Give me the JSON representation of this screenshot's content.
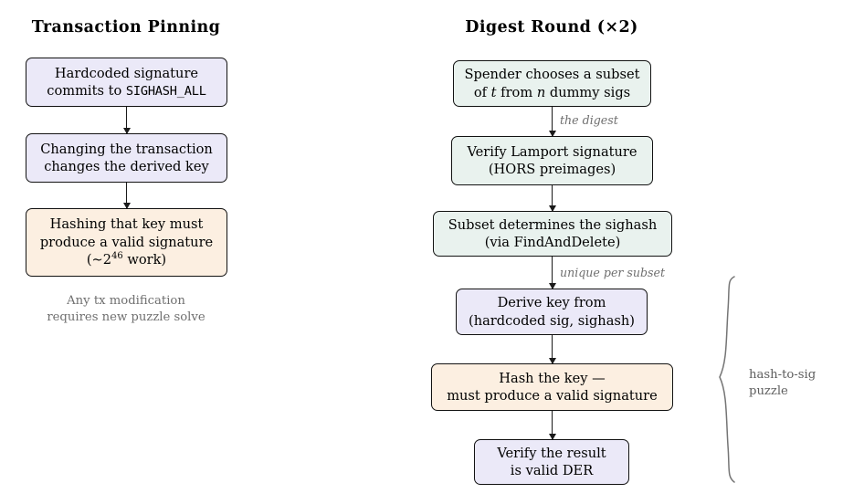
{
  "figure": {
    "title_left": "Transaction Pinning",
    "title_right": "Digest Round (×2)",
    "background": "#ffffff",
    "colors": {
      "lavender": "#ebe9f8",
      "peach": "#fcefe1",
      "mint": "#e9f2ee",
      "stroke": "#121212",
      "annotation_gray": "#6f6f6f"
    }
  },
  "left_column": {
    "heading": "Transaction Pinning",
    "nodes": [
      {
        "name": "hardcoded-signature",
        "fill": "lavender",
        "lines": [
          "Hardcoded signature",
          "commits to SIGHASH_ALL"
        ],
        "line1": "Hardcoded signature",
        "line2_pre": "commits to ",
        "line2_code": "SIGHASH_ALL"
      },
      {
        "name": "changing-transaction",
        "fill": "lavender",
        "lines": [
          "Changing the transaction",
          "changes the derived key"
        ],
        "line1": "Changing the transaction",
        "line2": "changes the derived key"
      },
      {
        "name": "hashing-key-valid-signature",
        "fill": "peach",
        "lines": [
          "Hashing that key must",
          "produce a valid signature",
          "(∼2⁴⁶ work)"
        ],
        "line1": "Hashing that key must",
        "line2": "produce a valid signature",
        "line3_pre": "(∼2",
        "line3_sup": "46",
        "line3_post": " work)"
      }
    ],
    "caption": {
      "line1": "Any tx modification",
      "line2": "requires new puzzle solve"
    }
  },
  "right_column": {
    "heading_pre": "Digest Round",
    "heading_paren": "(×2)",
    "nodes": [
      {
        "name": "spender-chooses-subset",
        "fill": "mint",
        "lines": [
          "Spender chooses a subset",
          "of t from n dummy sigs"
        ],
        "line1": "Spender chooses a subset",
        "line2_a": "of ",
        "line2_var1": "t",
        "line2_b": " from ",
        "line2_var2": "n",
        "line2_c": " dummy sigs"
      },
      {
        "name": "verify-lamport-signature",
        "fill": "mint",
        "lines": [
          "Verify Lamport signature",
          "(HORS preimages)"
        ],
        "line1": "Verify Lamport signature",
        "line2": "(HORS preimages)"
      },
      {
        "name": "subset-determines-sighash",
        "fill": "mint",
        "lines": [
          "Subset determines the sighash",
          "(via FindAndDelete)"
        ],
        "line1": "Subset determines the sighash",
        "line2": "(via FindAndDelete)"
      },
      {
        "name": "derive-key-from",
        "fill": "lavender",
        "lines": [
          "Derive key from",
          "(hardcoded sig, sighash)"
        ],
        "line1": "Derive key from",
        "line2": "(hardcoded sig, sighash)"
      },
      {
        "name": "hash-the-key",
        "fill": "peach",
        "lines": [
          "Hash the key —",
          "must produce a valid signature"
        ],
        "line1": "Hash the key —",
        "line2": "must produce a valid signature"
      },
      {
        "name": "verify-valid-der",
        "fill": "lavender",
        "lines": [
          "Verify the result",
          "is valid DER"
        ],
        "line1": "Verify the result",
        "line2": "is valid DER"
      }
    ],
    "edge_labels": [
      {
        "name": "the-digest",
        "text": "the digest"
      },
      {
        "name": "unique-per-subset",
        "text": "unique per subset"
      }
    ],
    "brace_label": {
      "line1": "hash-to-sig",
      "line2": "puzzle"
    }
  }
}
